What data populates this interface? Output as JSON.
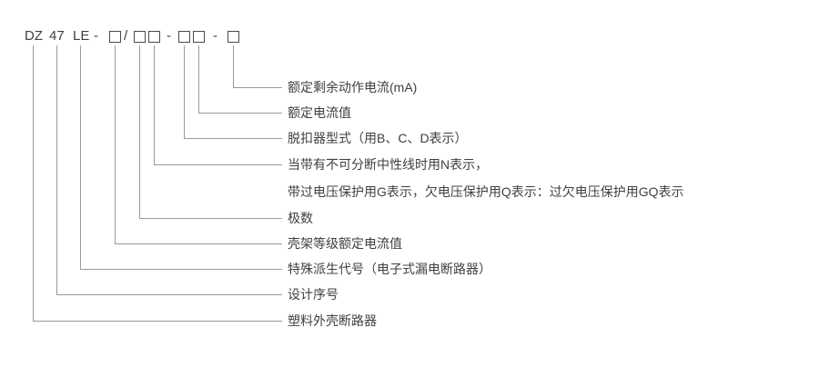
{
  "code": {
    "prefix": "DZ",
    "design_serial": "47",
    "derivative": "LE",
    "sep_hyphen": "-",
    "slash": "/",
    "sep_dash1": "-",
    "sep_dash2": "-"
  },
  "labels": [
    {
      "text": "额定剩余动作电流(mA)"
    },
    {
      "text": "额定电流值"
    },
    {
      "text": "脱扣器型式（用B、C、D表示）"
    },
    {
      "text": "当带有不可分断中性线时用N表示，"
    },
    {
      "text": "带过电压保护用G表示，欠电压保护用Q表示：过欠电压保护用GQ表示"
    },
    {
      "text": "极数"
    },
    {
      "text": "壳架等级额定电流值"
    },
    {
      "text": "特殊派生代号（电子式漏电断路器）"
    },
    {
      "text": "设计序号"
    },
    {
      "text": "塑料外壳断路器"
    }
  ]
}
